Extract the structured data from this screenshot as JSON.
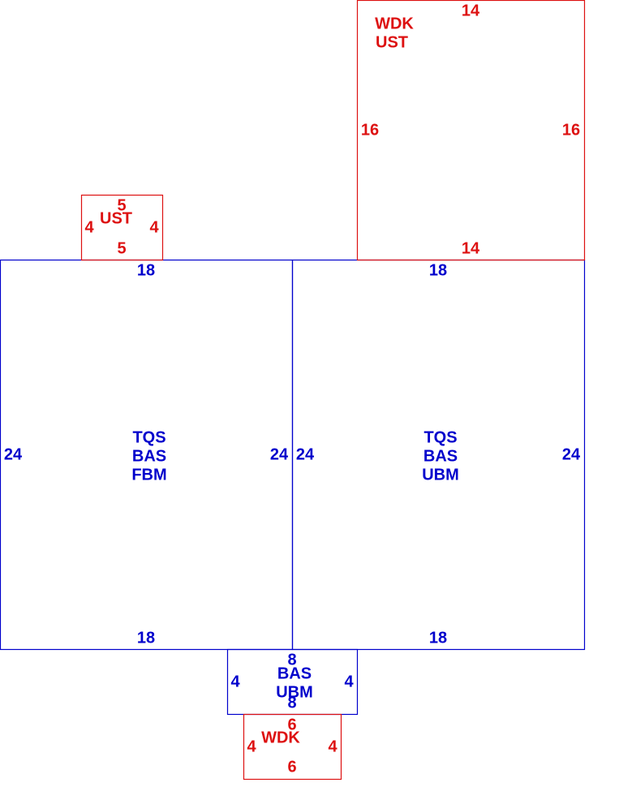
{
  "colors": {
    "living_area": "#0000cc",
    "attachment": "#dd1111"
  },
  "areas": {
    "left_main": {
      "codes": [
        "TQS",
        "BAS",
        "FBM"
      ],
      "top": "18",
      "bottom": "18",
      "left": "24",
      "right": "24"
    },
    "right_main": {
      "codes": [
        "TQS",
        "BAS",
        "UBM"
      ],
      "top": "18",
      "bottom": "18",
      "left": "24",
      "right": "24"
    },
    "small_bas": {
      "codes": [
        "BAS",
        "UBM"
      ],
      "top": "8",
      "bottom": "8",
      "left": "4",
      "right": "4"
    },
    "wdk_ust_top": {
      "codes": [
        "WDK",
        "UST"
      ],
      "top": "14",
      "bottom": "14",
      "left": "16",
      "right": "16"
    },
    "ust_small": {
      "codes": [
        "UST"
      ],
      "top": "5",
      "bottom": "5",
      "left": "4",
      "right": "4"
    },
    "wdk_bottom": {
      "codes": [
        "WDK"
      ],
      "top": "6",
      "bottom": "6",
      "left": "4",
      "right": "4"
    }
  }
}
